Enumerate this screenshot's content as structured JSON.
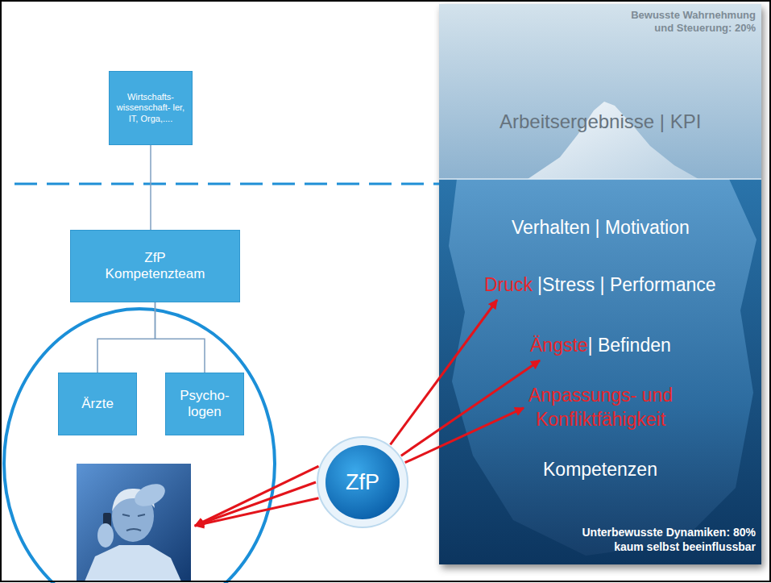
{
  "diagram": {
    "nodes": [
      {
        "text": [
          "Wirtschafts- wissenschaft- ler, IT, Orga,...."
        ]
      },
      {
        "text": [
          "ZfP Kompetenzteam"
        ]
      },
      {
        "text": [
          "Ärzte"
        ]
      },
      {
        "text": [
          "Psycho- logen"
        ]
      },
      {
        "text": [
          "ZfP"
        ]
      }
    ],
    "edges": [
      {
        "from": 0,
        "to": 1,
        "arrow": "none"
      },
      {
        "from": 1,
        "to": 2,
        "arrow": "none"
      },
      {
        "from": 1,
        "to": 3,
        "arrow": "none"
      }
    ],
    "labels": [
      "Bewusste Wahrnehmung und Steuerung: 20%",
      "Arbeitsergebnisse | KPI",
      "Verhalten | Motivation",
      "Druck",
      "|Stress | Performance",
      "Ängste",
      "| Befinden",
      "Anpassungs- und Konfliktfähigkeit",
      "Kompetenzen",
      "Unterbewusste Dynamiken: 80% kaum selbst beeinflussbar"
    ]
  }
}
